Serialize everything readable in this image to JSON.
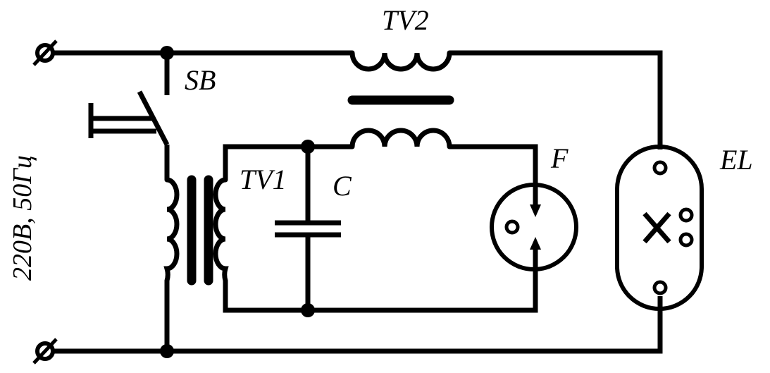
{
  "diagram": {
    "labels": {
      "tv2": "TV2",
      "sb": "SB",
      "tv1": "TV1",
      "c": "C",
      "f": "F",
      "el": "EL",
      "supply": "220В, 50Гц"
    }
  }
}
